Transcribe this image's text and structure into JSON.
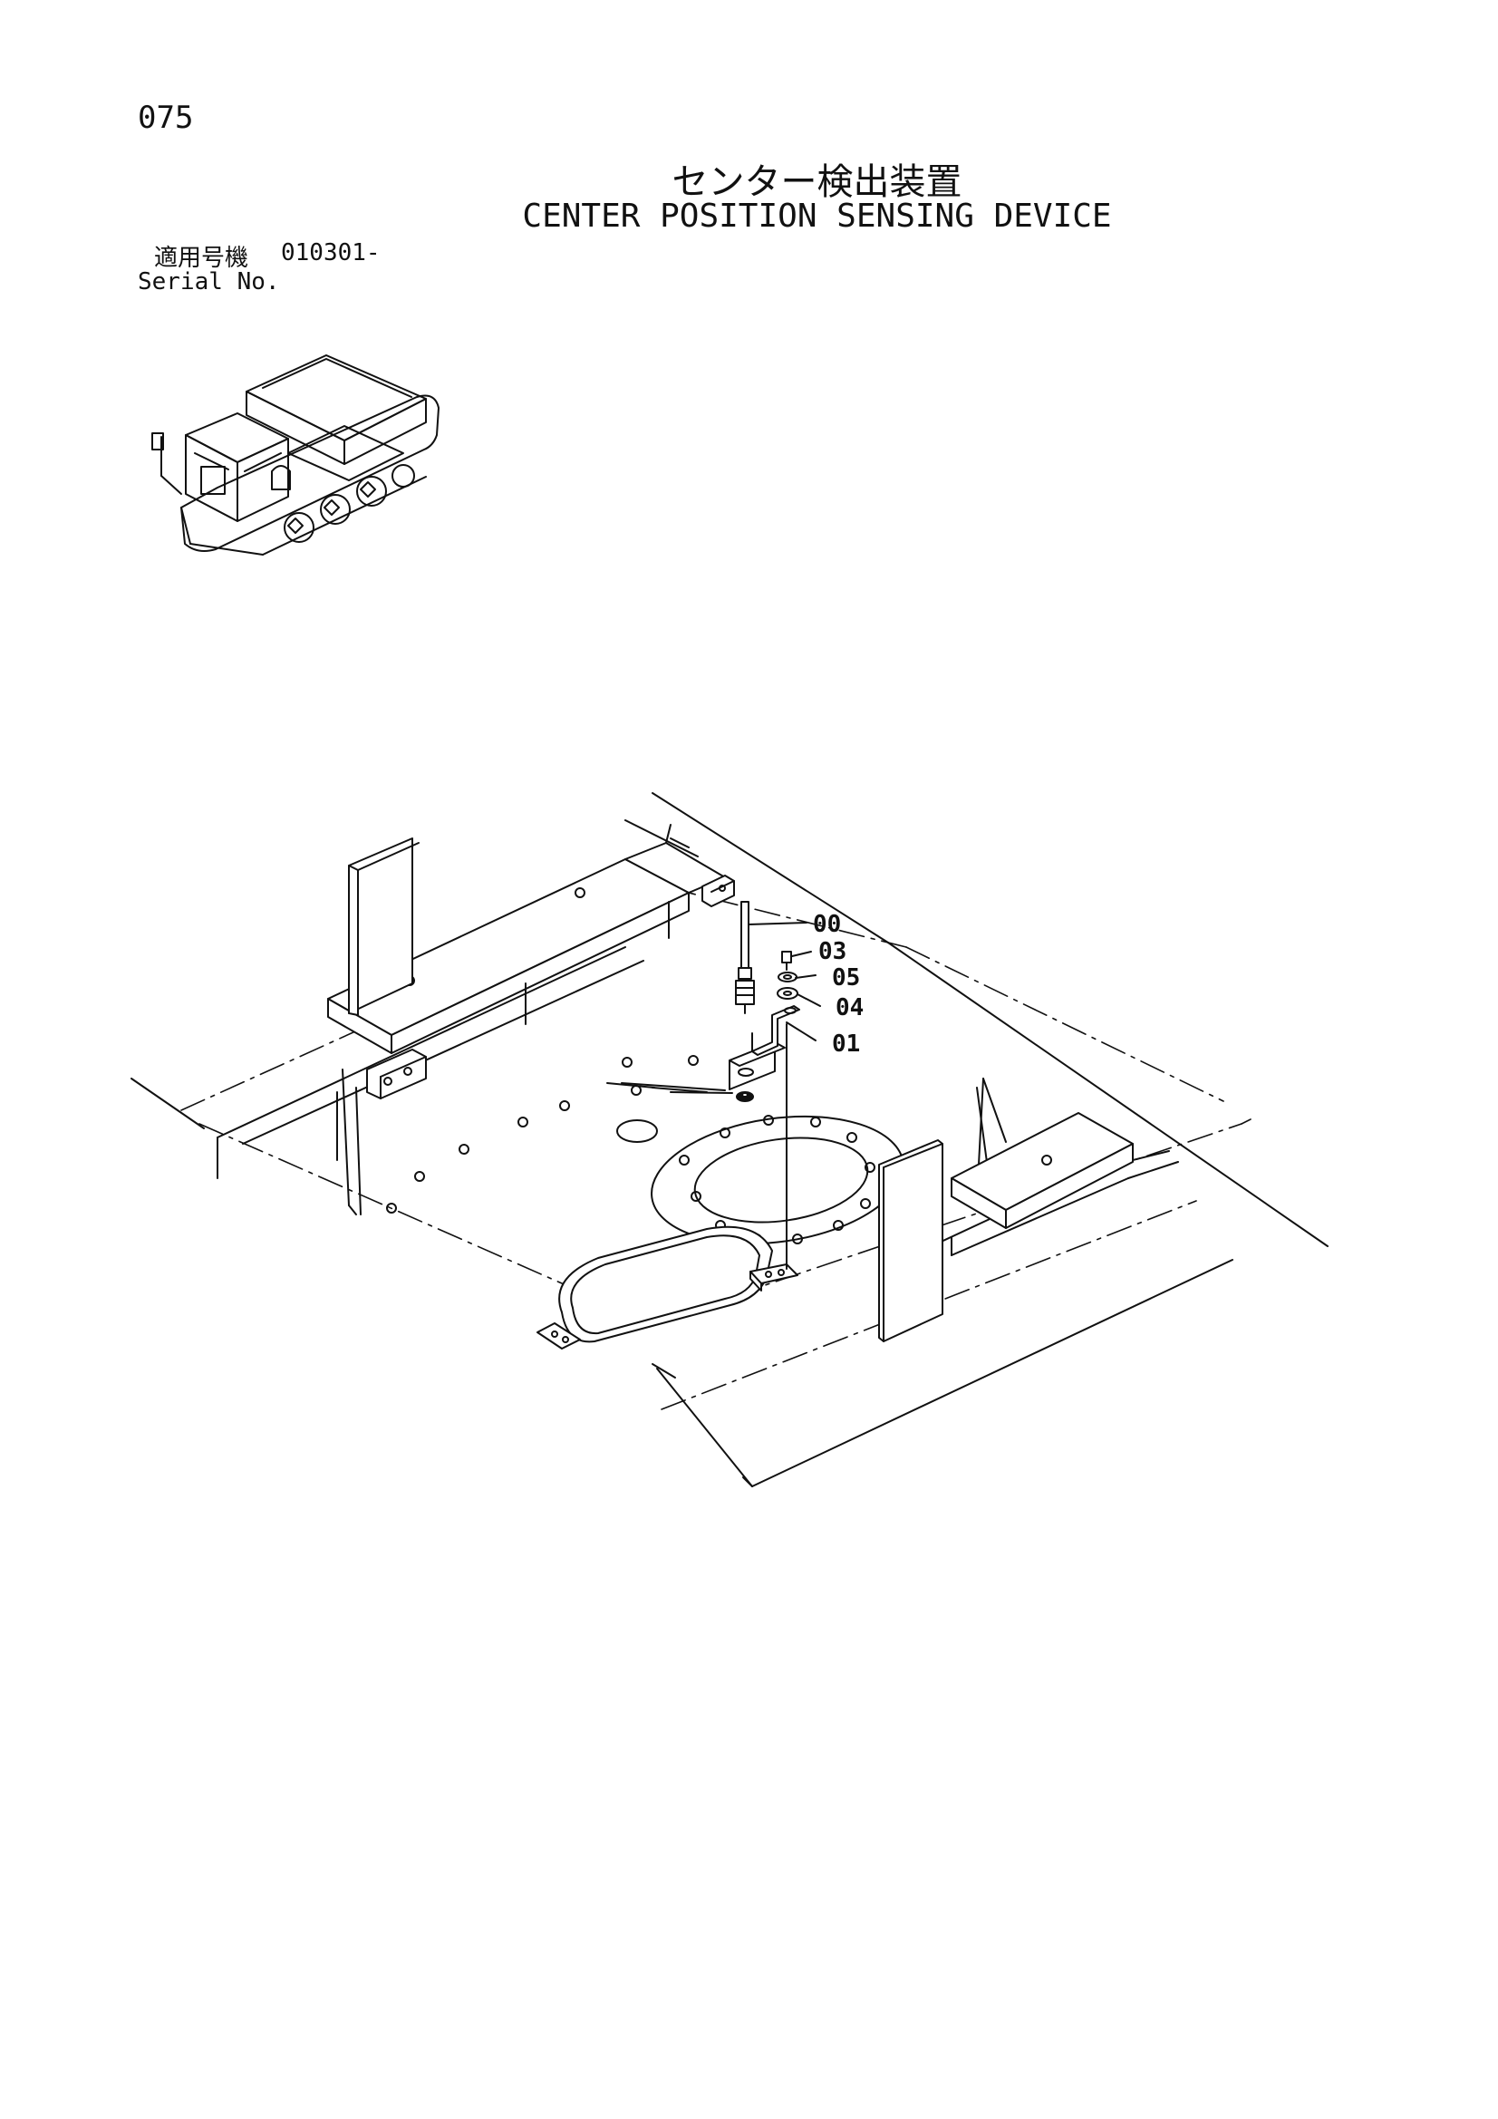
{
  "page": {
    "number": "075",
    "title_jp": "センター検出装置",
    "title_en": "CENTER POSITION SENSING DEVICE",
    "serial_label_jp": "適用号機",
    "serial_value": "010301-",
    "serial_label_en": "Serial No."
  },
  "callouts": [
    {
      "id": "00",
      "label": "00"
    },
    {
      "id": "03",
      "label": "03"
    },
    {
      "id": "05",
      "label": "05"
    },
    {
      "id": "04",
      "label": "04"
    },
    {
      "id": "01",
      "label": "01"
    }
  ],
  "colors": {
    "ink": "#111111",
    "paper": "#ffffff"
  }
}
